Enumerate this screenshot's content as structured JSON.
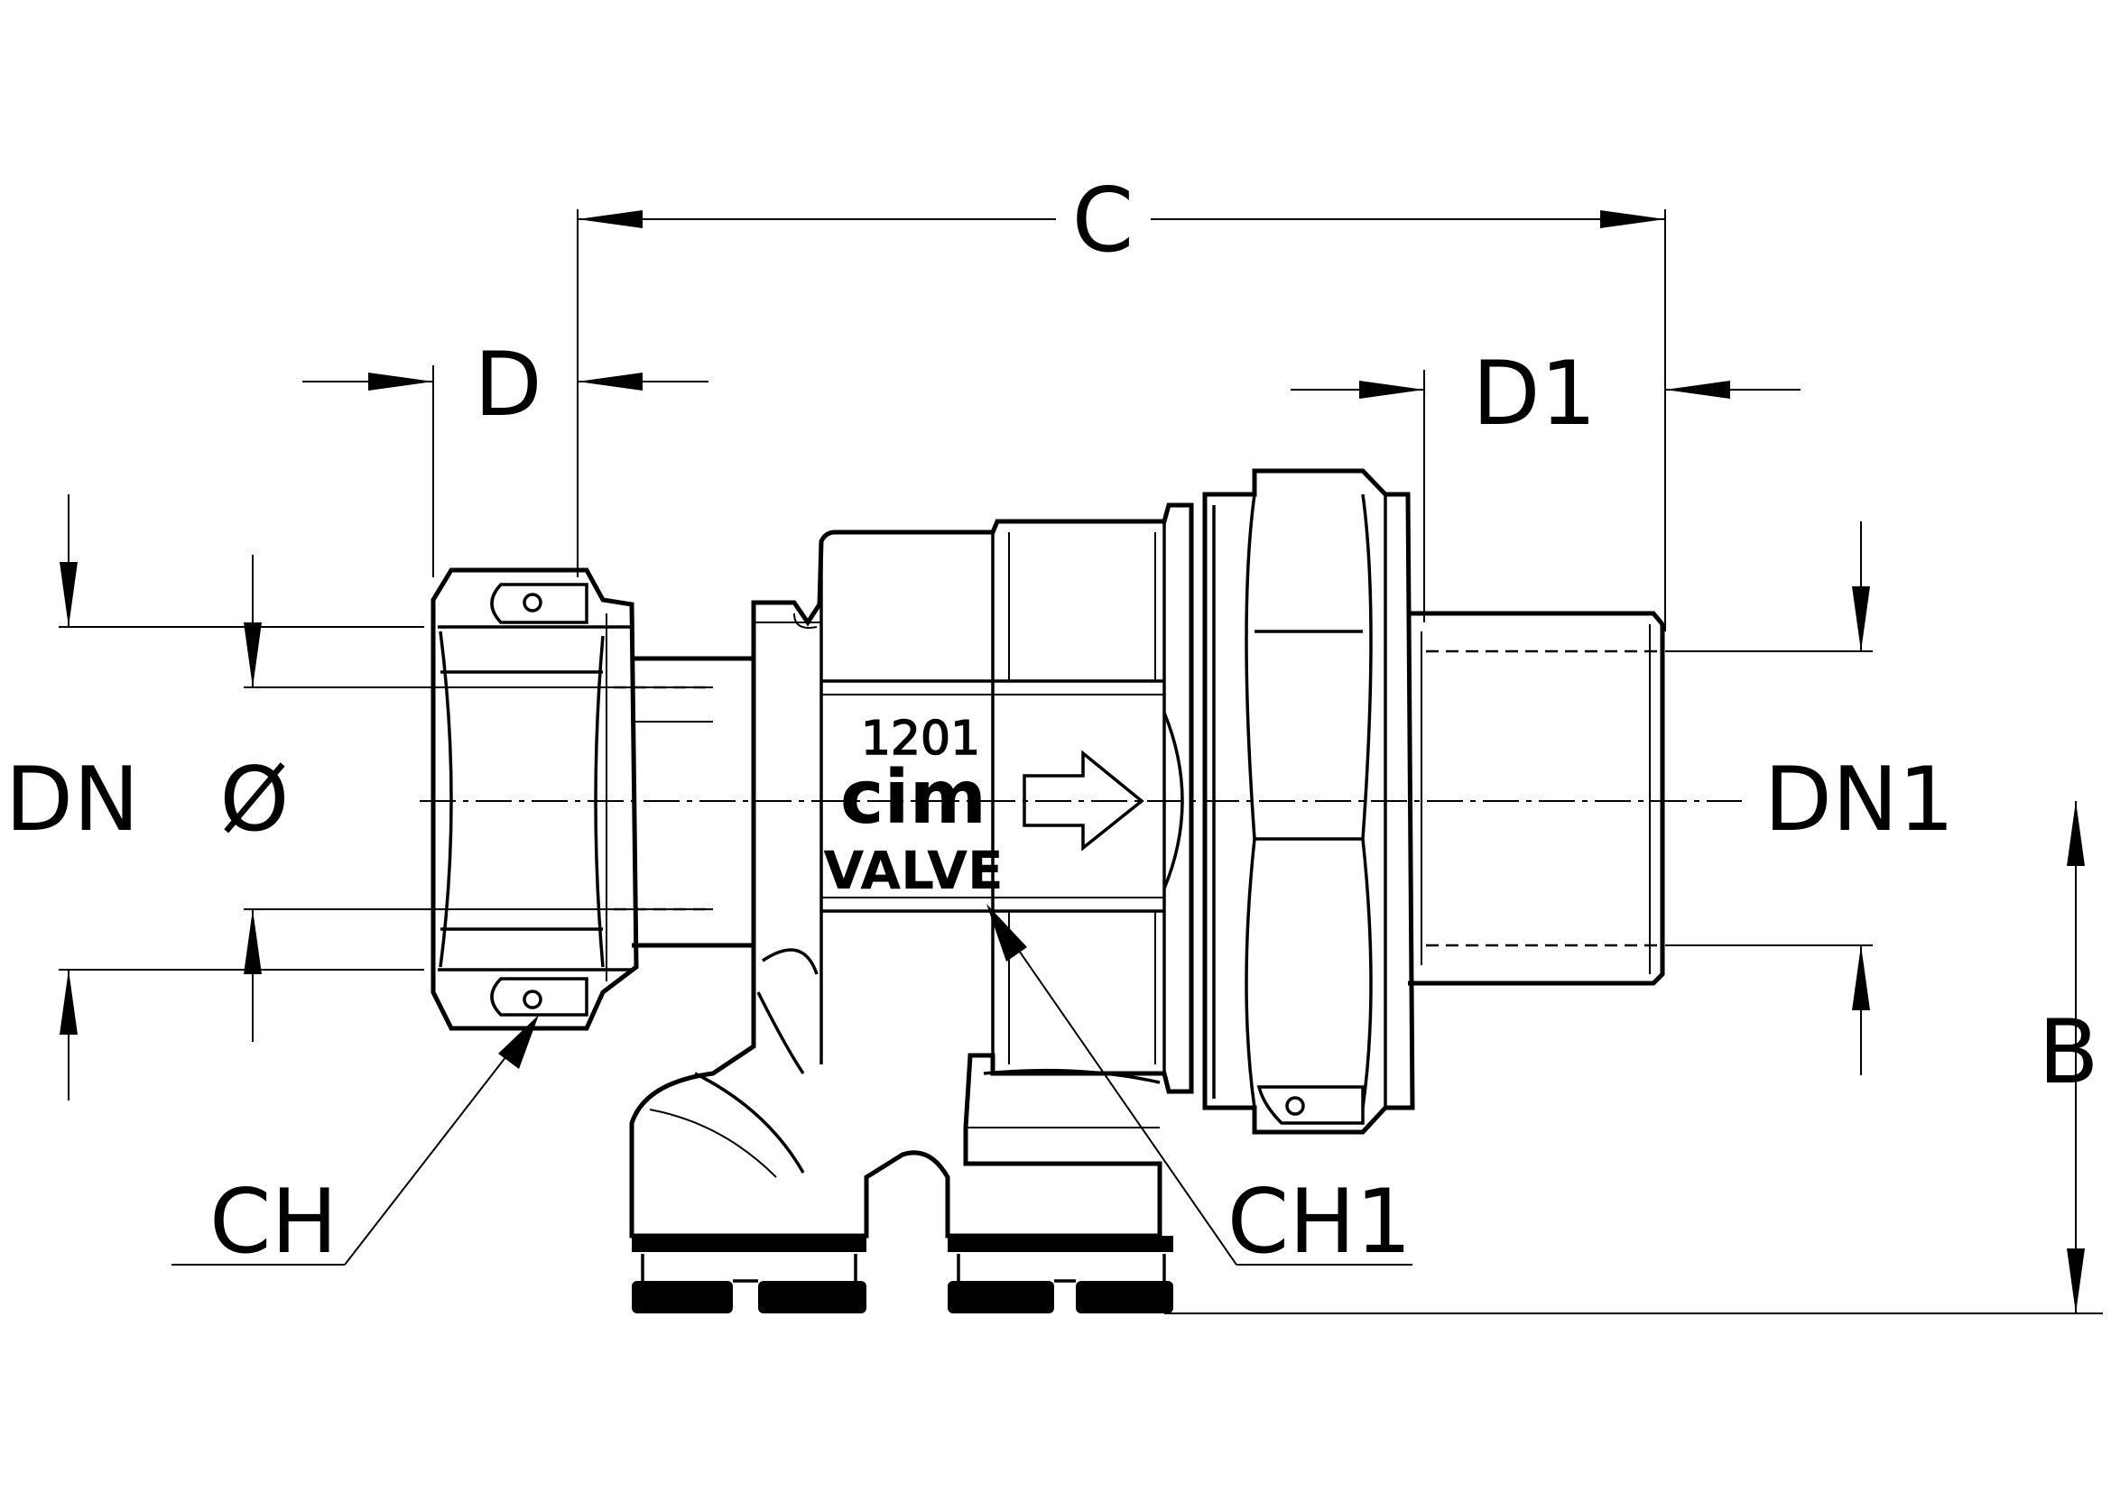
{
  "drawing": {
    "dimension_labels": {
      "C": "C",
      "D": "D",
      "D1": "D1",
      "DN": "DN",
      "diameter": "Ø",
      "DN1": "DN1",
      "B": "B",
      "CH": "CH",
      "CH1": "CH1"
    },
    "body_markings": {
      "code": "1201",
      "brand": "cim",
      "product": "VALVE"
    }
  }
}
